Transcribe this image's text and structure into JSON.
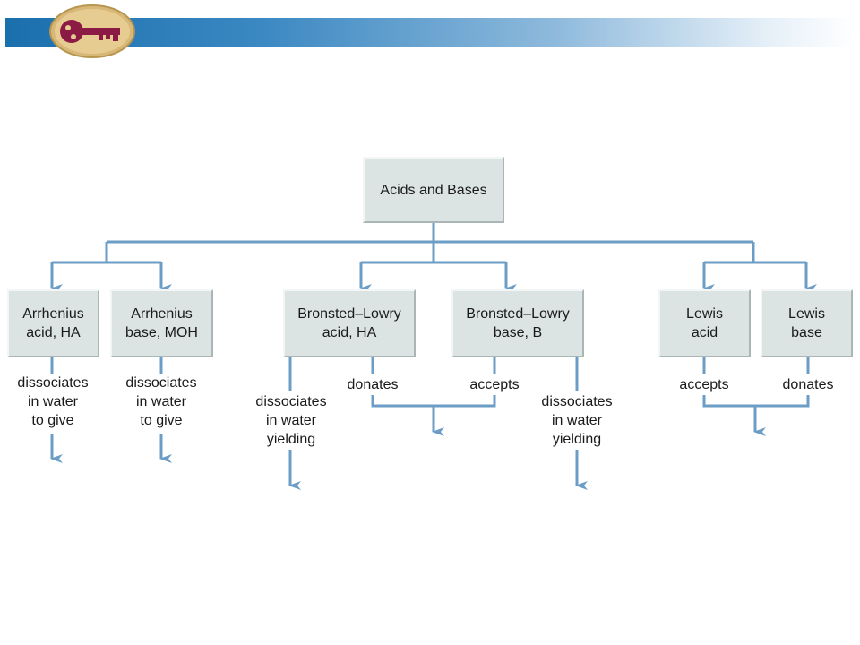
{
  "colors": {
    "connector": "#6b9dc6",
    "box_fill": "#dbe4e3",
    "banner_start": "#1a6fad",
    "logo_key": "#8b1a44",
    "logo_oval": "#d8b878"
  },
  "header": {
    "logo_icon": "key-icon"
  },
  "nodes": {
    "root": "Acids and Bases",
    "arrhenius_acid": "Arrhenius\nacid, HA",
    "arrhenius_base": "Arrhenius\nbase, MOH",
    "bronsted_acid": "Bronsted–Lowry\nacid, HA",
    "bronsted_base": "Bronsted–Lowry\nbase, B",
    "lewis_acid": "Lewis\nacid",
    "lewis_base": "Lewis\nbase"
  },
  "edge_labels": {
    "arrhenius_acid": "dissociates\nin water\nto give",
    "arrhenius_base": "dissociates\nin water\nto give",
    "bronsted_acid_dissociates": "dissociates\nin water\nyielding",
    "bronsted_acid_donates": "donates",
    "bronsted_base_accepts": "accepts",
    "bronsted_base_dissociates": "dissociates\nin water\nyielding",
    "lewis_acid_accepts": "accepts",
    "lewis_base_donates": "donates"
  }
}
